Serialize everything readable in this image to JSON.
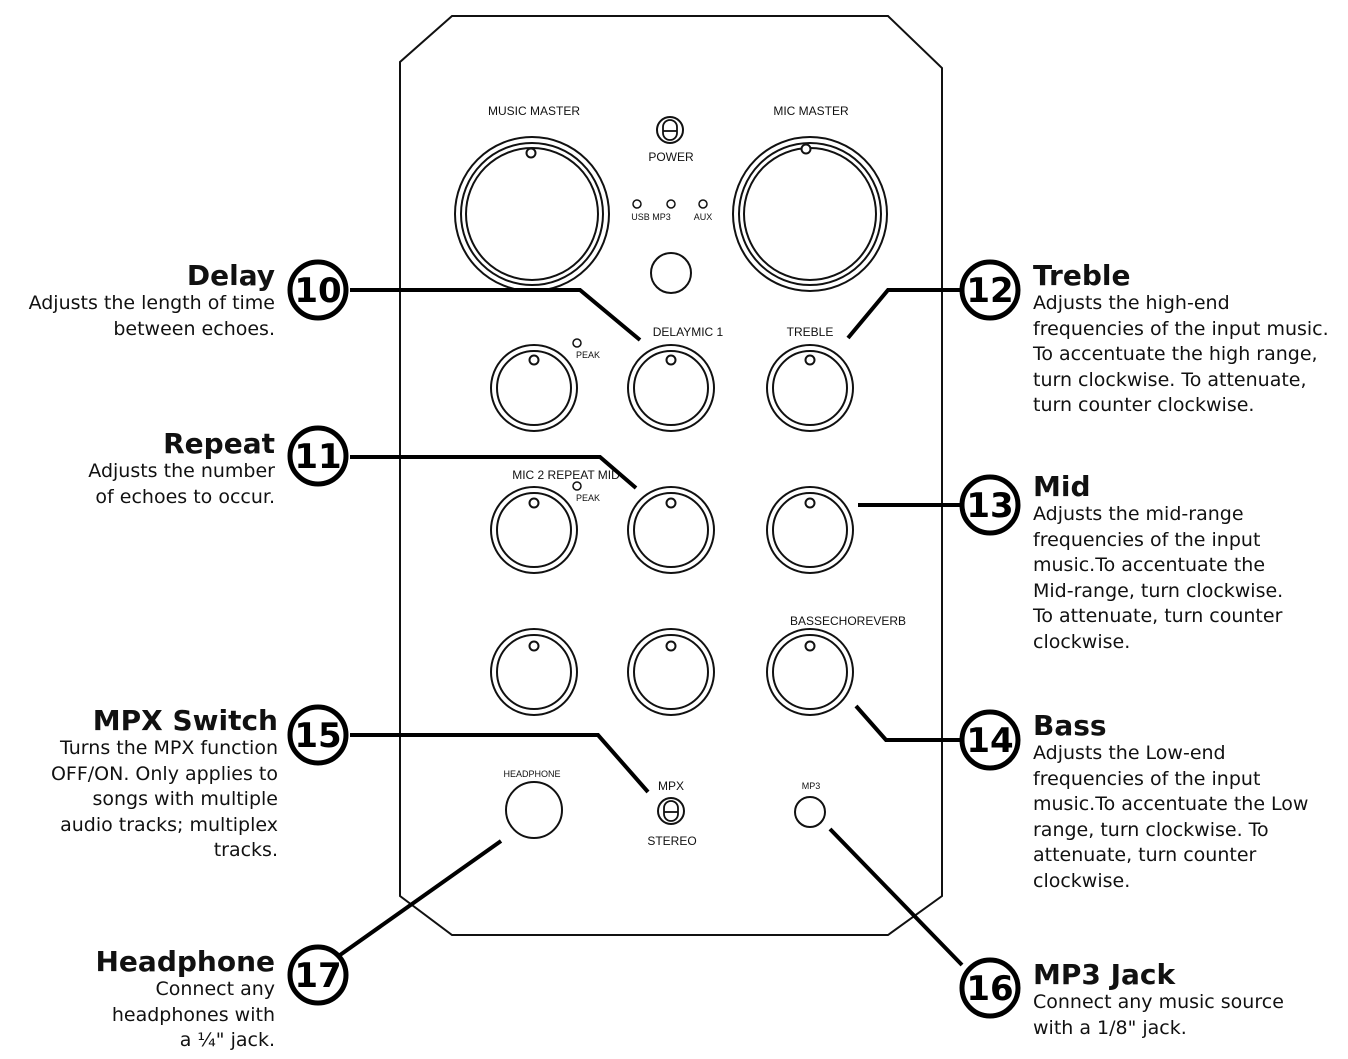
{
  "panel": {
    "labels": {
      "music_master": "MUSIC MASTER",
      "mic_master": "MIC MASTER",
      "power": "POWER",
      "usb_mp3": "USB MP3",
      "aux": "AUX",
      "peak1": "PEAK",
      "delay_mic1": "DELAYMIC 1",
      "treble": "TREBLE",
      "mic2_repeat_mid": "MIC 2 REPEAT MID",
      "peak2": "PEAK",
      "bass_echo_reverb": "BASSECHOREVERB",
      "headphone": "HEADPHONE",
      "mpx": "MPX",
      "stereo": "STEREO",
      "mp3": "MP3"
    }
  },
  "callouts": {
    "delay": {
      "number": "10",
      "title": "Delay",
      "desc": "Adjusts the length of time\nbetween echoes."
    },
    "repeat": {
      "number": "11",
      "title": "Repeat",
      "desc": "Adjusts the number\nof echoes to occur."
    },
    "treble": {
      "number": "12",
      "title": "Treble",
      "desc": "Adjusts the high-end\nfrequencies of the input music.\nTo accentuate the high range,\nturn clockwise. To attenuate,\nturn counter clockwise."
    },
    "mid": {
      "number": "13",
      "title": "Mid",
      "desc": "Adjusts the mid-range\nfrequencies of the input\nmusic.To accentuate the\nMid-range, turn clockwise.\nTo attenuate, turn counter\nclockwise."
    },
    "bass": {
      "number": "14",
      "title": "Bass",
      "desc": "Adjusts the Low-end\nfrequencies of the input\nmusic.To accentuate the Low\nrange, turn clockwise. To\nattenuate, turn counter\nclockwise."
    },
    "mpx": {
      "number": "15",
      "title": "MPX Switch",
      "desc": "Turns the MPX function\nOFF/ON. Only applies to\nsongs with multiple\naudio tracks; multiplex\ntracks."
    },
    "mp3jack": {
      "number": "16",
      "title": "MP3 Jack",
      "desc": "Connect any music source\nwith a 1/8\" jack."
    },
    "headphone": {
      "number": "17",
      "title": "Headphone",
      "desc": "Connect any\nheadphones with\na ¼\" jack."
    }
  }
}
